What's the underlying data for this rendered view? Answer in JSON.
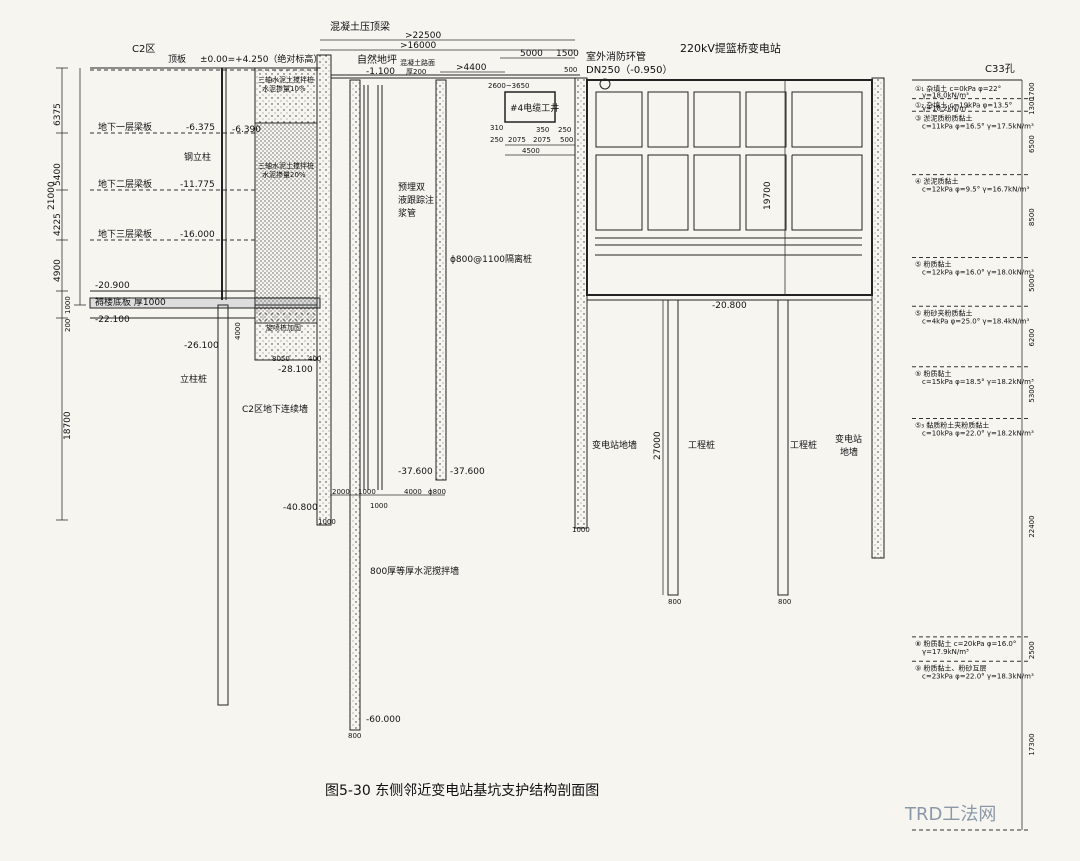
{
  "labels": {
    "beam_top": "混凝土压顶梁",
    "zone_c2": "C2区",
    "top_slab": "顶板",
    "elev_zero": "±0.00=+4.250（绝对标高）",
    "natural_ground": "自然地坪",
    "natural_ground_elev": "-1.100",
    "road_surface": "混凝土路面",
    "road_thick": "厚200",
    "fire_pipe": "室外消防环管",
    "fire_pipe_size": "DN250（-0.950）",
    "substation": "220kV提篮桥变电站",
    "borehole": "C33孔",
    "b1_slab": "地下一层梁板",
    "b1_elev": "-6.375",
    "b1_elev_pile": "-6.390",
    "steel_column": "钢立柱",
    "b2_slab": "地下二层梁板",
    "b2_elev": "-11.775",
    "b3_slab": "地下三层梁板",
    "b3_elev": "-16.000",
    "elev_2090": "-20.900",
    "base_slab": "褥楼底板 厚1000",
    "elev_2210": "-22.100",
    "elev_2610": "-26.100",
    "elev_2810": "-28.100",
    "column_pile": "立柱桩",
    "c2_wall": "C2区地下连续墙",
    "elev_4080": "-40.800",
    "soil_mix_1": "三轴水泥土搅拌桩",
    "soil_mix_1b": "水泥掺量10%",
    "soil_mix_2": "三轴水泥土搅拌桩",
    "soil_mix_2b": "水泥掺量20%",
    "jet_grout": "旋喷桩加固",
    "cable_well": "#4电缆工井",
    "preburied_1": "预埋双",
    "preburied_2": "液跟踪注",
    "preburied_3": "浆管",
    "isolation_pile": "ϕ800@1100隔离桩",
    "elev_3760a": "-37.600",
    "elev_3760b": "-37.600",
    "mixing_wall": "800厚等厚水泥搅拌墙",
    "elev_6000": "-60.000",
    "sub_wall": "变电站地墙",
    "eng_pile_1": "工程桩",
    "eng_pile_2": "工程桩",
    "sub_wall_r1": "变电站",
    "sub_wall_r2": "地墙",
    "elev_2080": "-20.800",
    "caption": "图5-30    东侧邻近变电站基坑支护结构剖面图",
    "watermark": "TRD工法网"
  },
  "dims": {
    "d22500": ">22500",
    "d16000": ">16000",
    "d5000": "5000",
    "d1500": "1500",
    "d4400": ">4400",
    "d500": "500",
    "d2600": "2600~3650",
    "d310": "310",
    "d350": "350",
    "d250a": "250",
    "d250b": "250",
    "d2075a": "2075",
    "d2075b": "2075",
    "d500b": "500",
    "d4500": "4500",
    "d6375": "6375",
    "d5400": "5400",
    "d4225": "4225",
    "d4900": "4900",
    "d21000": "21000",
    "d1000v": "1000",
    "d200": "200",
    "d4000v": "4000",
    "d8050": "8050",
    "d400": "400",
    "d18700": "18700",
    "d1000a": "1000",
    "d2000": "2000",
    "d1000b": "1000",
    "d1000c": "1000",
    "d4000": "4000",
    "d800a": "ϕ800",
    "d800b": "800",
    "d19700": "19700",
    "d27000": "27000",
    "d1000r": "1000",
    "d800c": "800",
    "d800d": "800"
  },
  "soil_layers": [
    {
      "name": "①₁ 杂填土 c=0kPa φ=22°",
      "gamma": "γ=18.0kN/m³",
      "thick": "1700"
    },
    {
      "name": "①₂ 杂填土 c=19kPa φ=13.5°",
      "gamma": "γ=18.2kN/m³",
      "thick": "1300"
    },
    {
      "name": "③ 淤泥质粉质黏土",
      "gamma": "c=11kPa φ=16.5°  γ=17.5kN/m³",
      "thick": "6500"
    },
    {
      "name": "④ 淤泥质黏土",
      "gamma": "c=12kPa φ=9.5°  γ=16.7kN/m³",
      "thick": "8500"
    },
    {
      "name": "⑤ 粉质黏土",
      "gamma": "c=12kPa φ=16.0°  γ=18.0kN/m³",
      "thick": "5000"
    },
    {
      "name": "⑤ 粉砂夹粉质黏土",
      "gamma": "c=4kPa φ=25.0°  γ=18.4kN/m³",
      "thick": "6200"
    },
    {
      "name": "⑤ 粉质黏土",
      "gamma": "c=15kPa φ=18.5°  γ=18.2kN/m³",
      "thick": "5300"
    },
    {
      "name": "⑤₃ 黏质粉土夹粉质黏土",
      "gamma": "c=10kPa φ=22.0°  γ=18.2kN/m³",
      "thick": "22400"
    },
    {
      "name": "⑧ 粉质黏土 c=20kPa φ=16.0°",
      "gamma": "γ=17.9kN/m³",
      "thick": "2500"
    },
    {
      "name": "⑨ 粉质黏土、粉砂互层",
      "gamma": "c=23kPa φ=22.0°  γ=18.3kN/m³",
      "thick": "17300"
    }
  ]
}
